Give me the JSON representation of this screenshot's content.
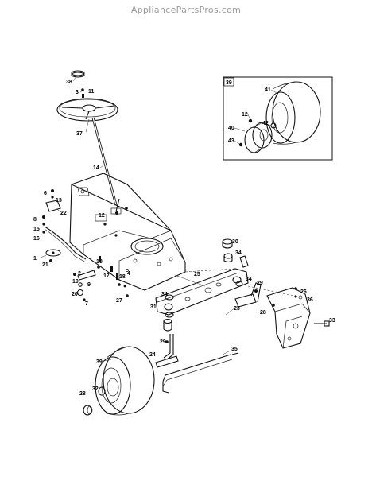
{
  "watermark": "AppliancePartsPros.com",
  "inset_box_label": "39",
  "part_labels": [
    "38",
    "3",
    "11",
    "37",
    "14",
    "39",
    "41",
    "12",
    "42",
    "40",
    "43",
    "6",
    "13",
    "22",
    "8",
    "15",
    "16",
    "1",
    "21",
    "12",
    "10",
    "2",
    "4",
    "19",
    "20",
    "9",
    "7",
    "17",
    "5",
    "18",
    "27",
    "11",
    "23",
    "30",
    "34",
    "36",
    "25",
    "34",
    "29",
    "26",
    "24",
    "31",
    "34",
    "28",
    "33",
    "29",
    "35",
    "24",
    "39",
    "32",
    "28"
  ]
}
